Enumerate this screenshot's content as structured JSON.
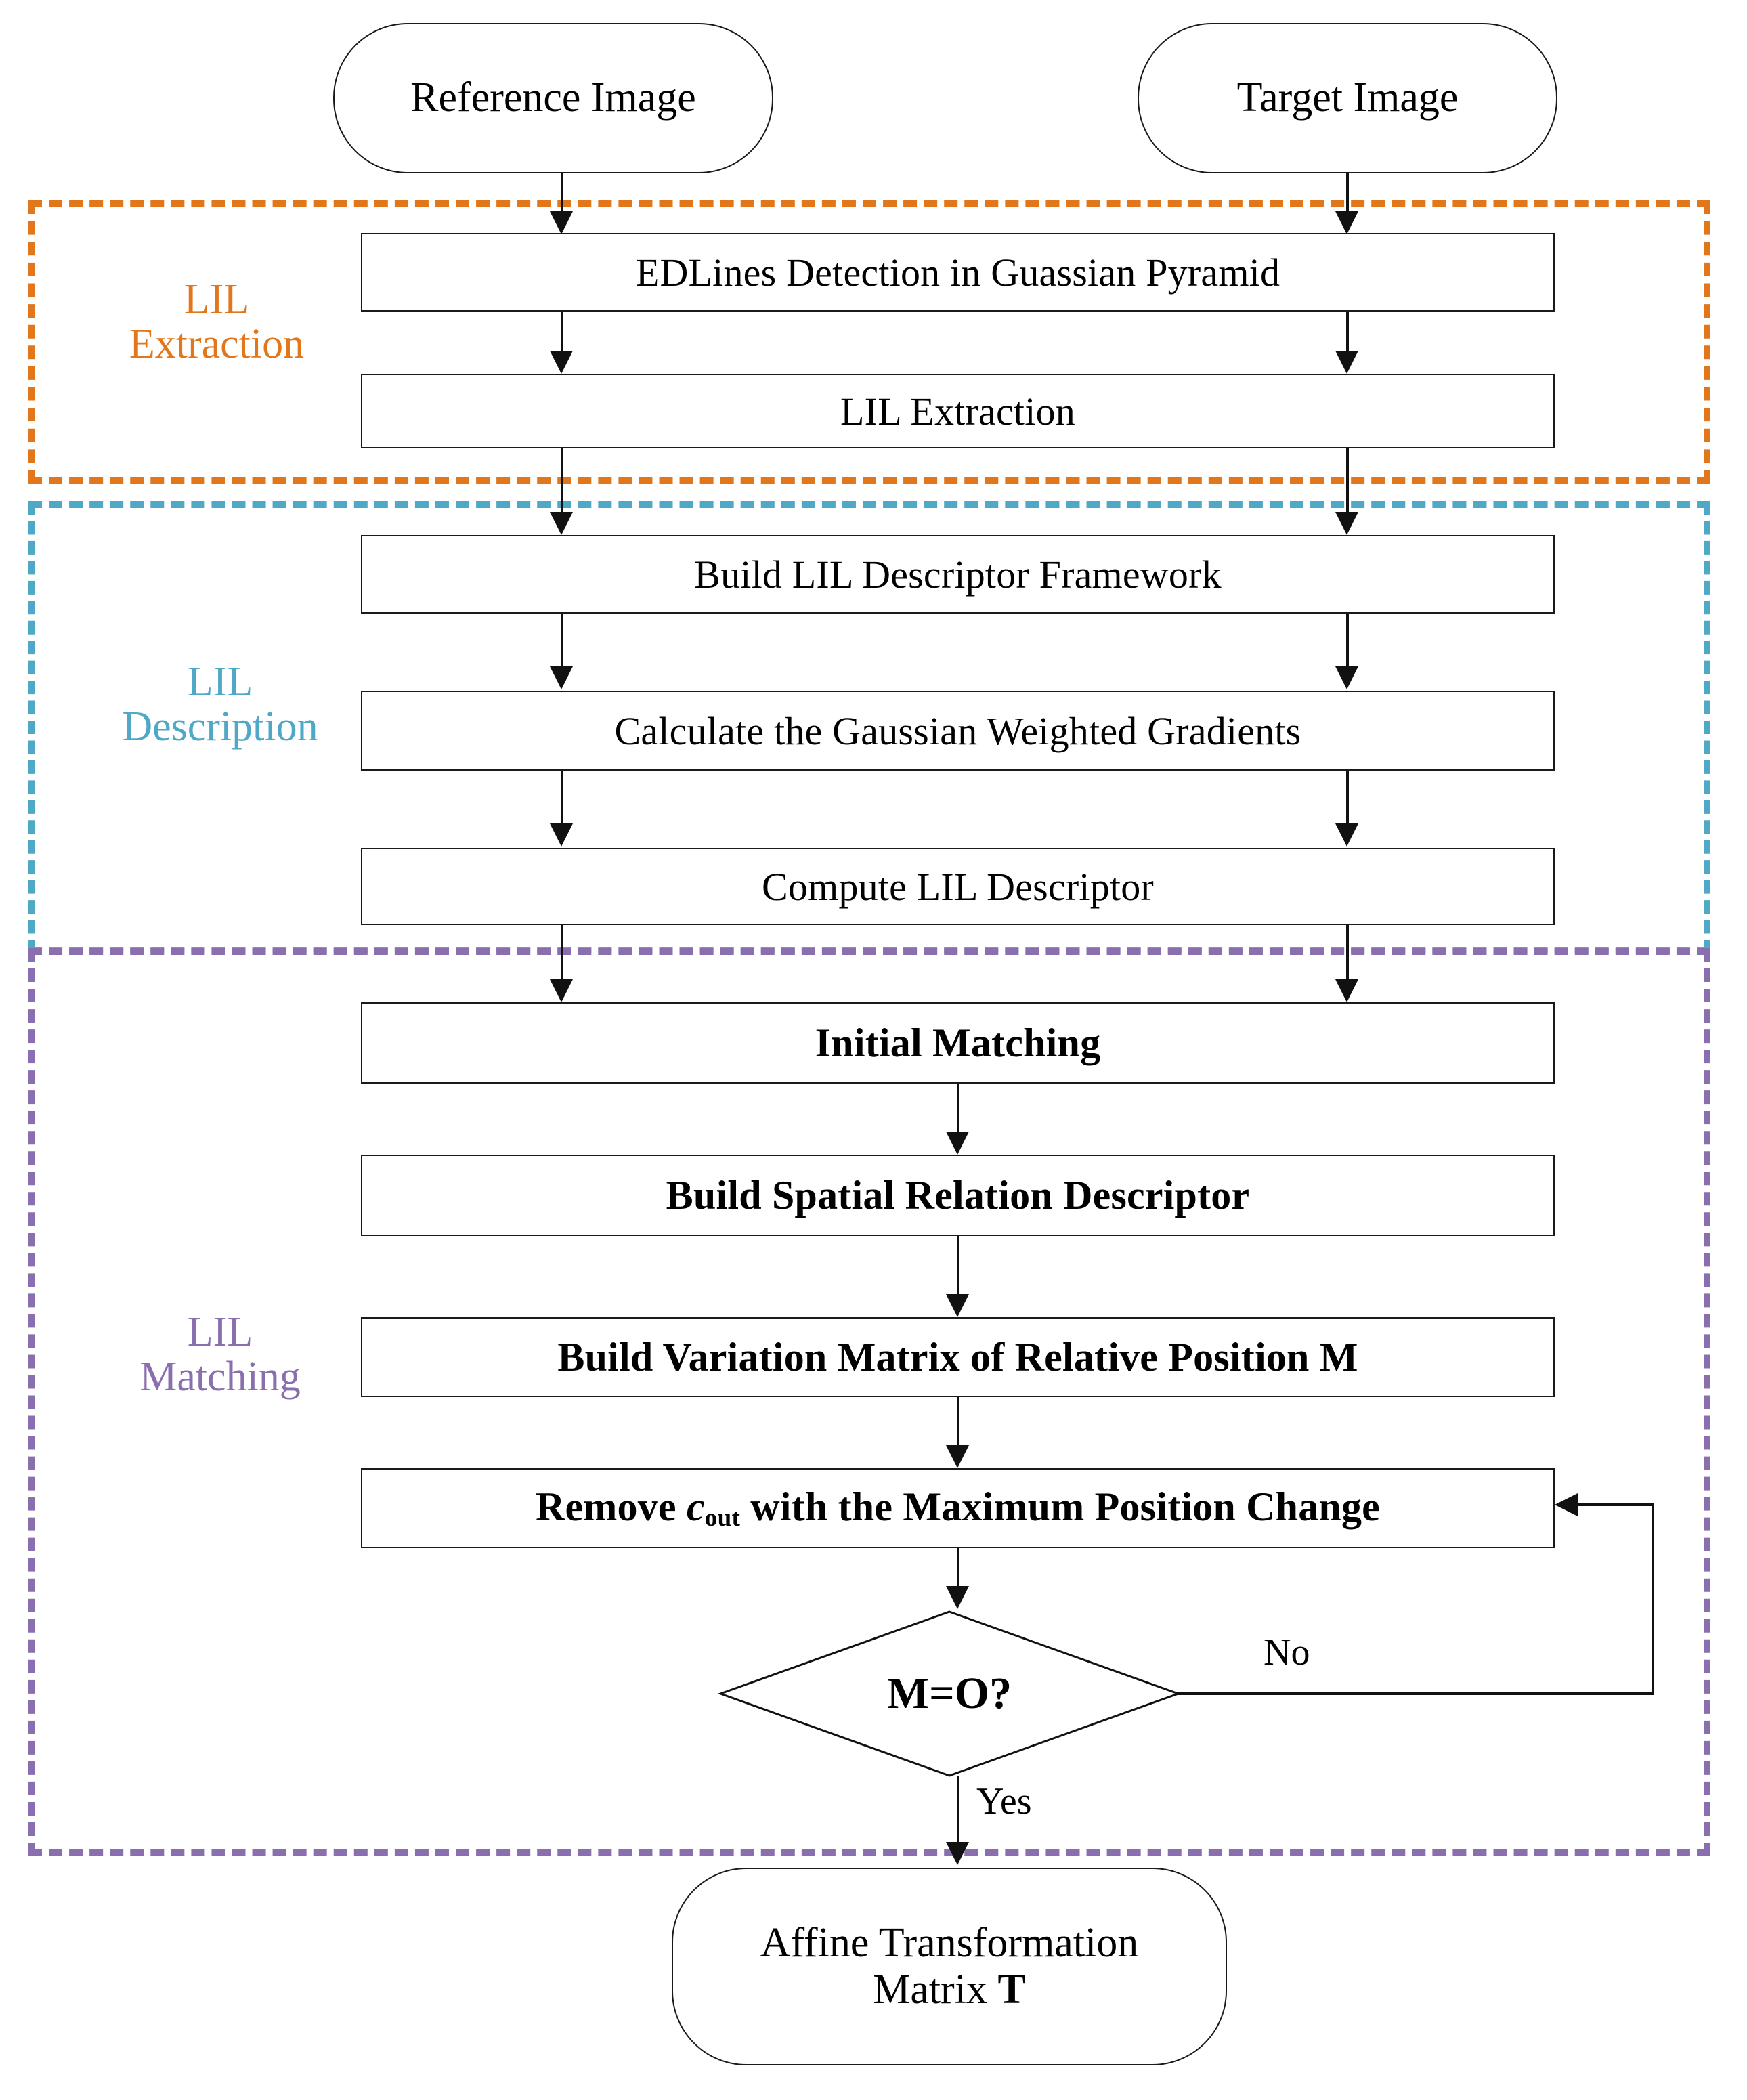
{
  "diagram": {
    "title": "LIL based image registration flowchart",
    "colors": {
      "extraction": "#E2761B",
      "description": "#4FA8C5",
      "matching": "#8A6FAF",
      "stroke": "#111111",
      "background": "#FFFFFF"
    }
  },
  "phases": [
    {
      "id": "extraction",
      "label": "LIL\nExtraction",
      "color": "#E2761B"
    },
    {
      "id": "description",
      "label": "LIL\nDescription",
      "color": "#4FA8C5"
    },
    {
      "id": "matching",
      "label": "LIL\nMatching",
      "color": "#8A6FAF"
    }
  ],
  "terminators": {
    "reference_image": "Reference Image",
    "target_image": "Target Image",
    "output_line1": "Affine Transformation",
    "output_line2_prefix": "Matrix ",
    "output_line2_symbol": "T"
  },
  "processes": {
    "edlines": "EDLines Detection in Guassian Pyramid",
    "lil_extraction": "LIL Extraction",
    "build_framework": "Build LIL Descriptor Framework",
    "gaussian_gradients": "Calculate the Gaussian Weighted Gradients",
    "compute_descriptor": "Compute LIL Descriptor",
    "initial_matching": "Initial Matching",
    "spatial_relation": "Build Spatial Relation Descriptor",
    "variation_matrix_prefix": "Build Variation  Matrix of Relative Position ",
    "variation_matrix_symbol": "M",
    "remove_prefix": "Remove ",
    "remove_var": "c",
    "remove_var_sub": "out",
    "remove_suffix": " with the Maximum Position Change"
  },
  "decision": {
    "label": "M=O?",
    "branch_no": "No",
    "branch_yes": "Yes"
  }
}
